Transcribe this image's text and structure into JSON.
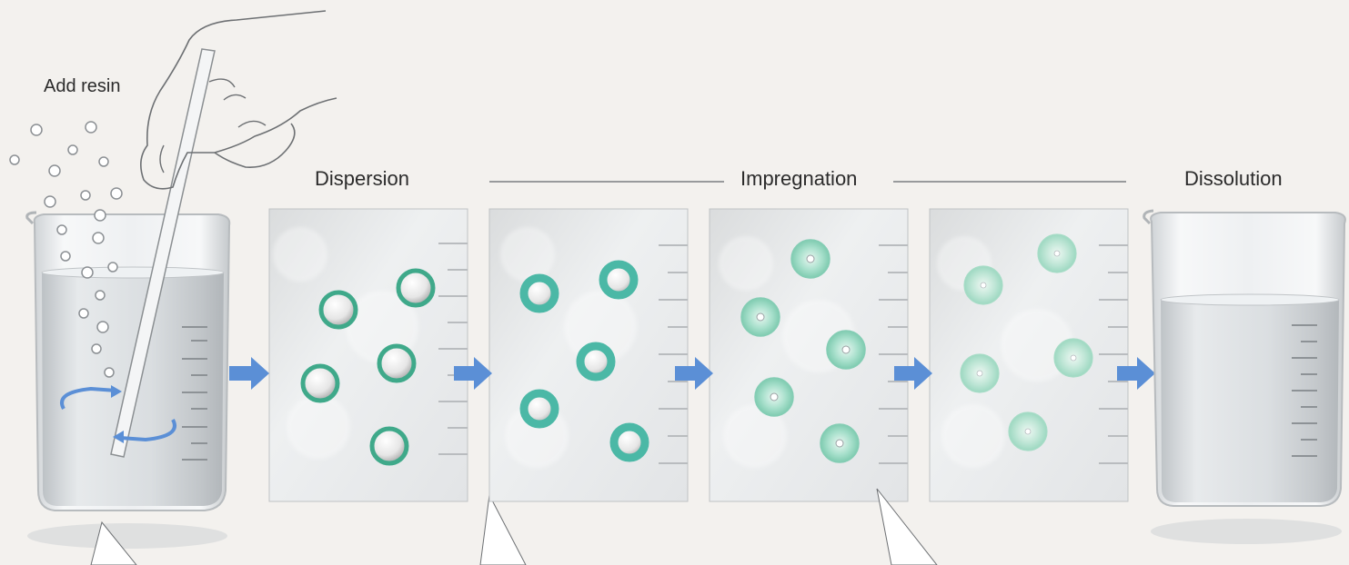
{
  "labels": {
    "add_resin": "Add resin",
    "dispersion": "Dispersion",
    "impregnation": "Impregnation",
    "dissolution": "Dissolution"
  },
  "colors": {
    "background": "#f3f1ee",
    "arrow": "#5b8fd6",
    "ring_dark": "#3fa98a",
    "ring_teal": "#4bb8a6",
    "sphere_light": "#8fd6bf",
    "sphere_pale": "#a9dfc9",
    "water": "#d9dde0"
  },
  "stages": [
    {
      "id": "panel-dispersion",
      "particle_style": "ring-dark"
    },
    {
      "id": "panel-impregnation-1",
      "particle_style": "ring-teal"
    },
    {
      "id": "panel-impregnation-2",
      "particle_style": "sphere-light"
    },
    {
      "id": "panel-impregnation-3",
      "particle_style": "sphere-pale"
    }
  ]
}
